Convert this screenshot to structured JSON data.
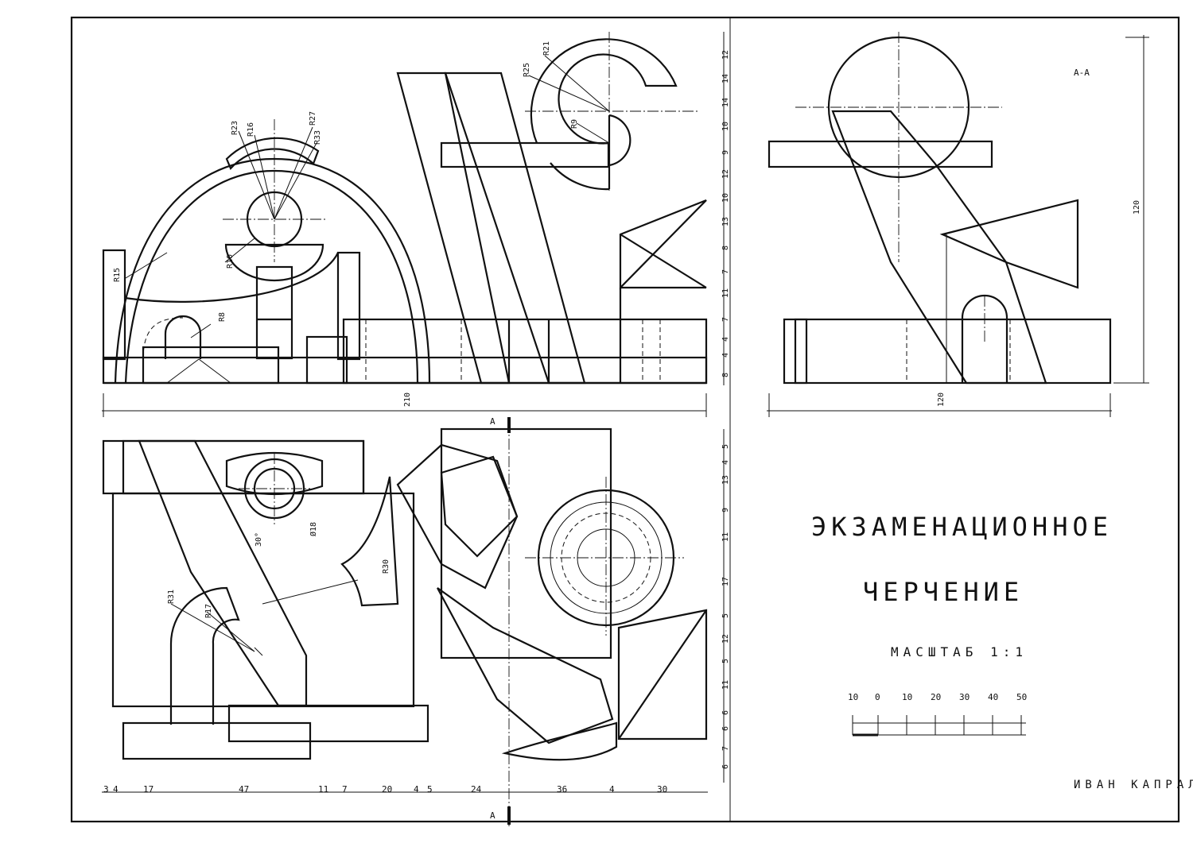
{
  "title_block": {
    "line1": "ЭКЗАМЕНАЦИОННОЕ",
    "line2": "ЧЕРЧЕНИЕ",
    "scale": "МАСШТАБ 1:1",
    "author": "ИВАН КАПРАЛОВ"
  },
  "scale_bar": {
    "labels": [
      "10",
      "0",
      "10",
      "20",
      "30",
      "40",
      "50"
    ]
  },
  "section": {
    "label": "А-А",
    "cut_mark": "А"
  },
  "dimensions": {
    "front_width": "210",
    "side_width": "120",
    "side_height": "120",
    "front_radii": [
      "R23",
      "R16",
      "R27",
      "R33",
      "R15",
      "R10",
      "R8"
    ],
    "top_radii": [
      "R21",
      "R25",
      "R9"
    ],
    "plan_labels": [
      "Ø18",
      "30°",
      "R31",
      "R17",
      "R30"
    ],
    "right_chain_front": [
      "12",
      "14",
      "14",
      "10",
      "9",
      "12",
      "10",
      "13",
      "8",
      "7",
      "11",
      "7",
      "4",
      "4",
      "8"
    ],
    "right_chain_plan": [
      "5",
      "4",
      "13",
      "9",
      "11",
      "17",
      "5",
      "12",
      "5",
      "11",
      "6",
      "6",
      "7",
      "6"
    ],
    "bottom_chain": [
      "3",
      "4",
      "17",
      "47",
      "11",
      "7",
      "20",
      "4",
      "5",
      "24",
      "36",
      "4",
      "30"
    ]
  }
}
